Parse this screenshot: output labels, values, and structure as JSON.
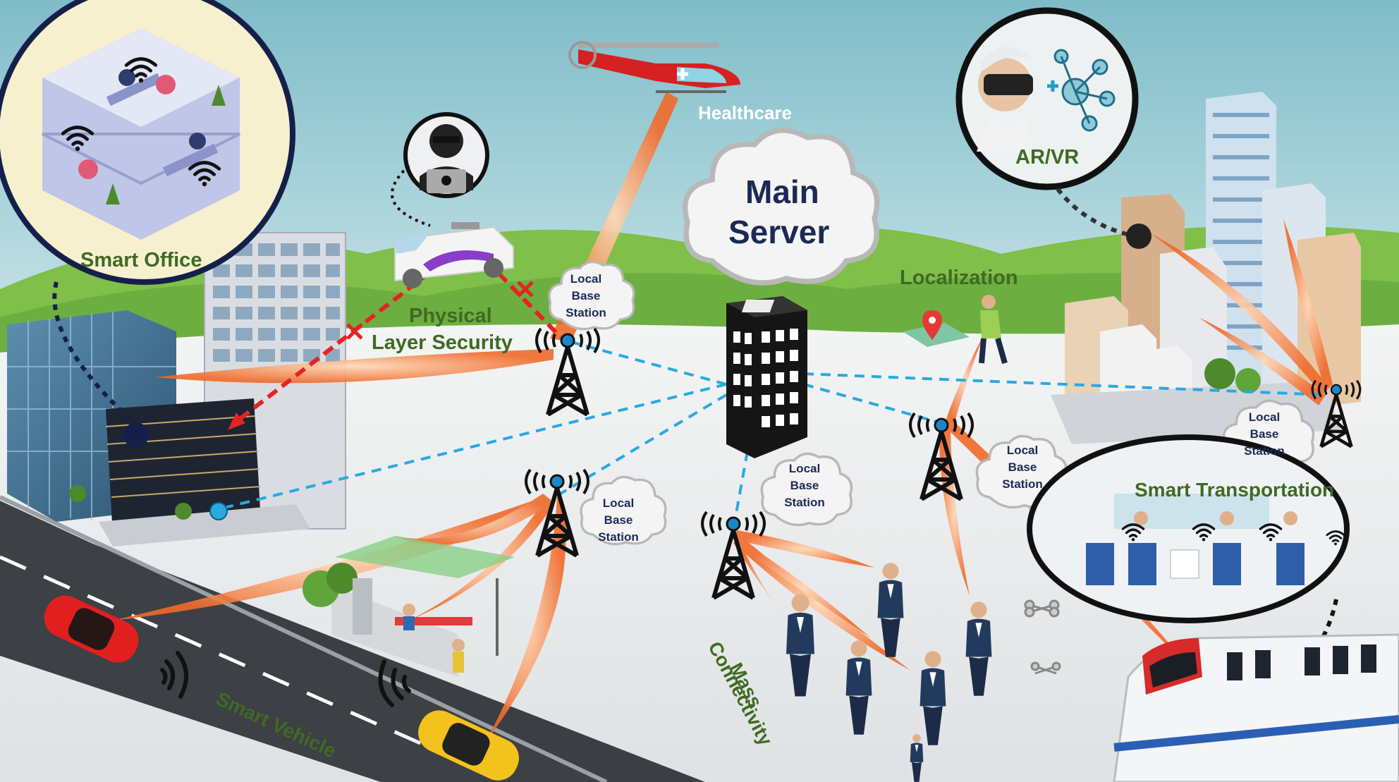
{
  "labels": {
    "smart_office": "Smart Office",
    "healthcare": "Healthcare",
    "main_server_line1": "Main",
    "main_server_line2": "Server",
    "ar_vr": "AR/VR",
    "physical_layer_security_line1": "Physical",
    "physical_layer_security_line2": "Layer Security",
    "localization": "Localization",
    "smart_transportation": "Smart Transportation",
    "mass_connectivity_line1": "Mass",
    "mass_connectivity_line2": "Connectivity",
    "smart_vehicle": "Smart Vehicle"
  },
  "local_base_station": {
    "line1": "Local",
    "line2": "Base",
    "line3": "Station"
  },
  "colors": {
    "sky": "#8fc7d2",
    "hills": "#7fbf4a",
    "ground": "#e9ebec",
    "beam": "#f07a3a",
    "link_blue": "#29a9e1",
    "attack_red": "#e52323",
    "label_green": "#3f6a22",
    "label_navy": "#1b2a55"
  },
  "icons": [
    "wifi-icon",
    "tower-icon",
    "cloud-icon",
    "skull-icon",
    "location-pin-icon",
    "medical-cross-icon",
    "block-x-icon"
  ]
}
